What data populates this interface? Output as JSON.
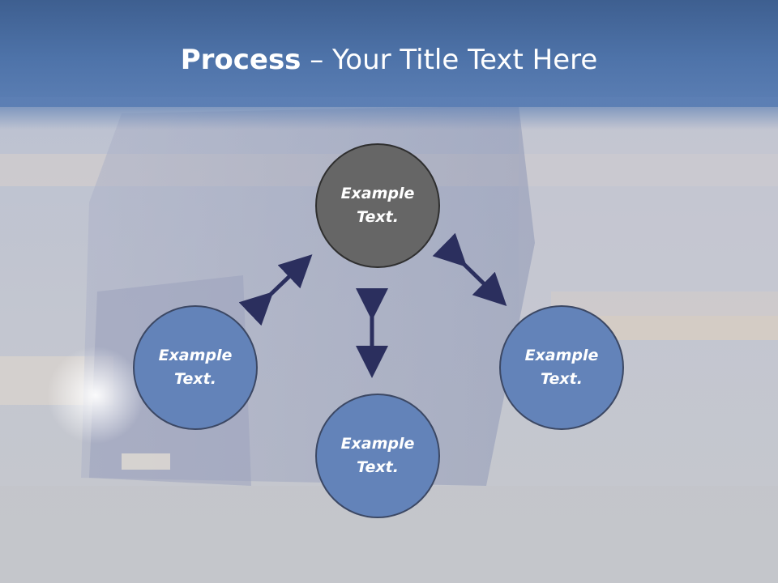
{
  "slide": {
    "title_bold": "Process",
    "title_rest": " – Your Title Text Here"
  },
  "nodes": {
    "top": "Example Text.",
    "left": "Example Text.",
    "right": "Example Text.",
    "bottom": "Example Text."
  },
  "colors": {
    "header": "#4e73a9",
    "node_top": "#666666",
    "node_blue": "#6383b9",
    "arrow": "#2b2f5e"
  }
}
